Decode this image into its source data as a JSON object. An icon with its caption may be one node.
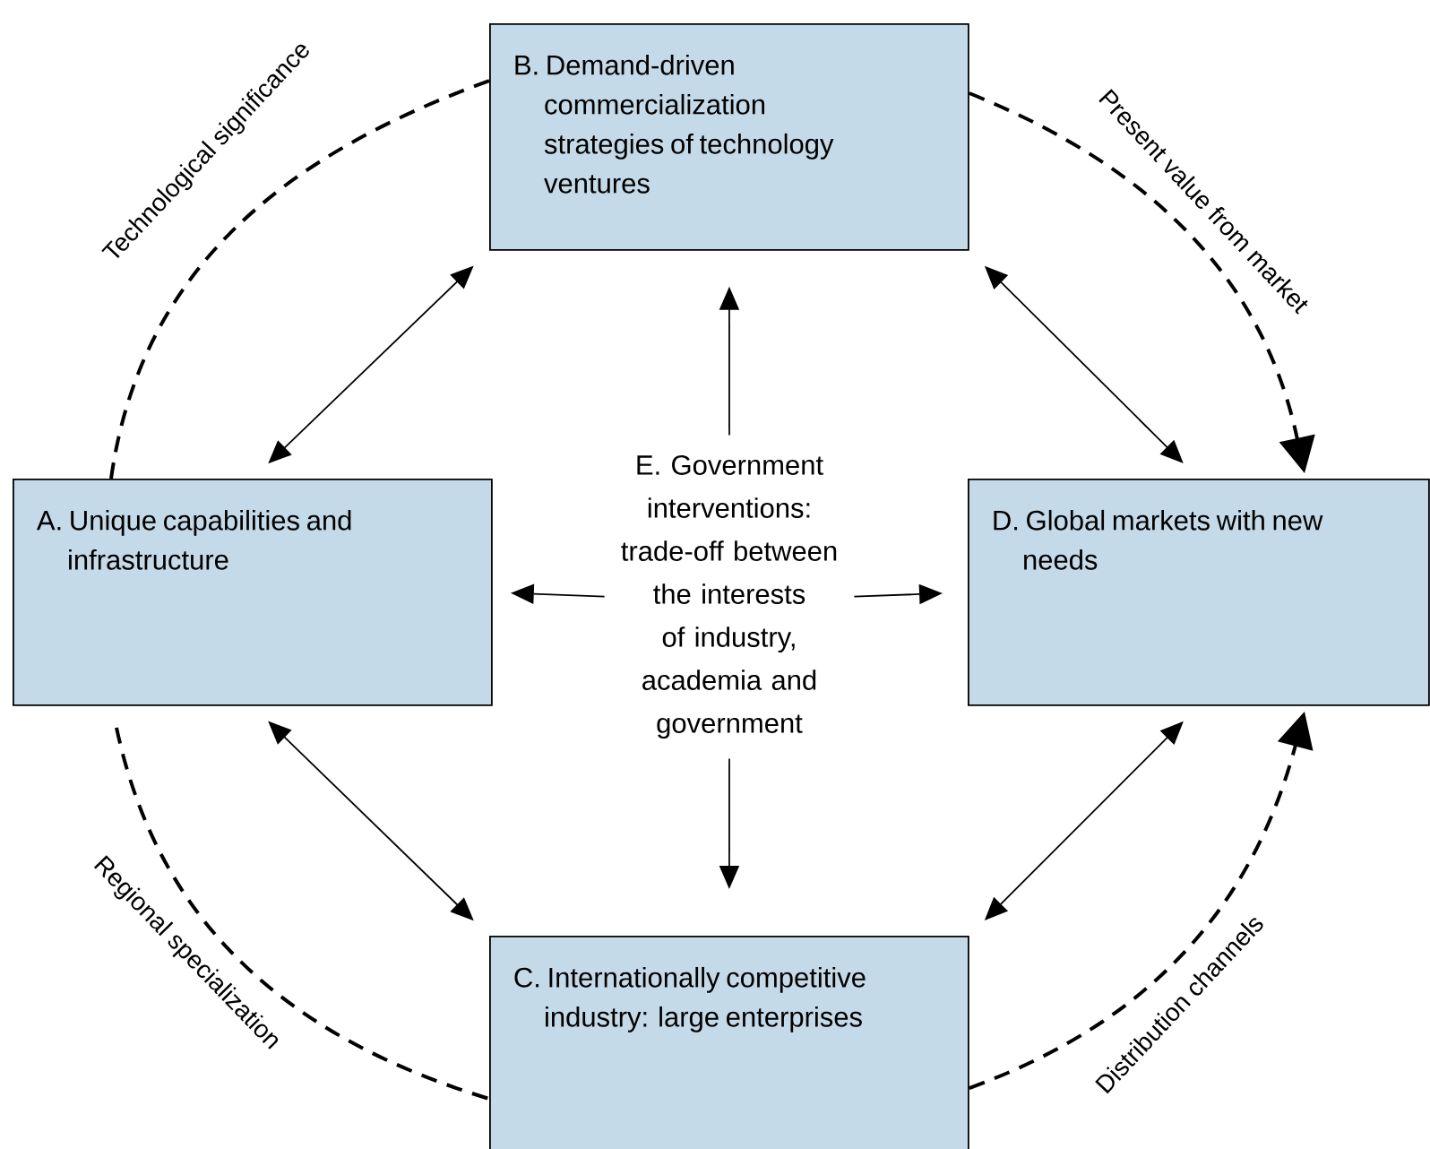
{
  "diagram": {
    "nodes": [
      {
        "text": [
          "B. Demand-driven commercialization strategies of technology ventures"
        ]
      },
      {
        "text": [
          "A. Unique capabilities and infrastructure"
        ]
      },
      {
        "text": [
          "E. Government interventions: trade-off between the interests of industry, academia and government"
        ]
      },
      {
        "text": [
          "D. Global markets with new needs"
        ]
      },
      {
        "text": [
          "C. Internationally competitive industry: large enterprises"
        ]
      }
    ],
    "edges": [
      {
        "from": 1,
        "to": 0,
        "arrow": "both"
      },
      {
        "from": 0,
        "to": 3,
        "arrow": "both"
      },
      {
        "from": 1,
        "to": 4,
        "arrow": "both"
      },
      {
        "from": 4,
        "to": 3,
        "arrow": "both"
      },
      {
        "from": 2,
        "to": 0,
        "arrow": "to"
      },
      {
        "from": 2,
        "to": 1,
        "arrow": "to"
      },
      {
        "from": 2,
        "to": 3,
        "arrow": "to"
      },
      {
        "from": 2,
        "to": 4,
        "arrow": "to"
      },
      {
        "from": 1,
        "to": 0,
        "arrow": "none",
        "style": "dashed",
        "label": "Technological significance"
      },
      {
        "from": 0,
        "to": 3,
        "arrow": "to",
        "style": "dashed",
        "label": "Present value from market"
      },
      {
        "from": 1,
        "to": 4,
        "arrow": "none",
        "style": "dashed",
        "label": "Regional specialization"
      },
      {
        "from": 4,
        "to": 3,
        "arrow": "to",
        "style": "dashed",
        "label": "Distribution channels"
      }
    ]
  }
}
